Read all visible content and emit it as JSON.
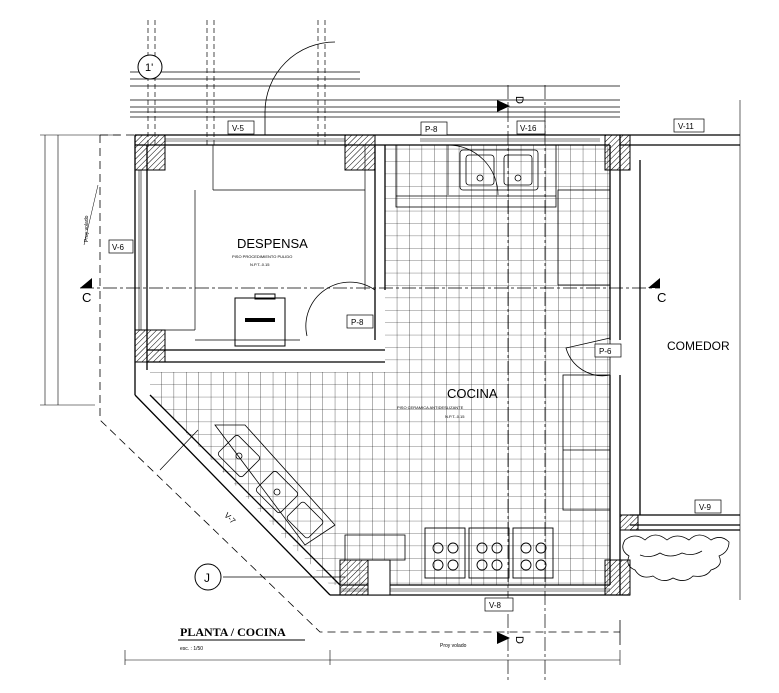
{
  "rooms": {
    "despensa": {
      "name": "DESPENSA",
      "floor": "PISO PROCEDIMIENTO PULIDO",
      "level": "N.P.T.-0.15"
    },
    "cocina": {
      "name": "COCINA",
      "floor": "PISO CERAMICA ANTIDESLIZANTE",
      "level": "N.P.T.-0.15"
    },
    "comedor": {
      "name": "COMEDOR"
    }
  },
  "windows": [
    "V-5",
    "V-16",
    "V-11",
    "V-6",
    "V-7",
    "V-9",
    "V-8"
  ],
  "doors": [
    "P-8",
    "P-8",
    "P-6"
  ],
  "sections": {
    "c_left": "C",
    "c_right": "C",
    "d_top": "D",
    "d_bottom": "D"
  },
  "axes": {
    "axis_1": "1'",
    "axis_j": "J"
  },
  "notes": {
    "proy_left": "Proy volado",
    "proy_bottom": "Proy volado"
  },
  "drawing": {
    "title": "PLANTA / COCINA",
    "scale": "esc. : 1/50"
  }
}
